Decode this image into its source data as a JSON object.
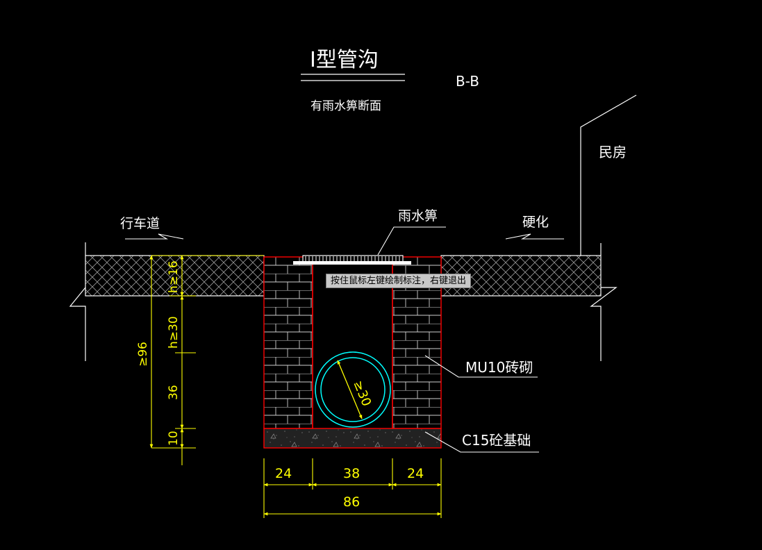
{
  "drawing": {
    "title": "I型管沟",
    "section_label": "B-B",
    "subtitle": "有雨水箅断面",
    "labels": {
      "residence": "民房",
      "roadway": "行车道",
      "hardened": "硬化",
      "grate": "雨水箅",
      "brick": "MU10砖砌",
      "foundation": "C15砼基础"
    },
    "dimensions": {
      "h16": "h≥16",
      "h30": "h≥30",
      "total_96": "≥96",
      "d36": "36",
      "d10": "10",
      "wall_left": "24",
      "inner": "38",
      "wall_right": "24",
      "total_86": "86",
      "pipe_dia": "≥30"
    }
  },
  "status": {
    "tooltip": "按住鼠标左键绘制标注，右键退出"
  },
  "colors": {
    "background": "#000000",
    "line": "#ffffff",
    "dimension": "#ffff00",
    "trench_outline": "#ff0000",
    "pipe": "#00ffff"
  }
}
